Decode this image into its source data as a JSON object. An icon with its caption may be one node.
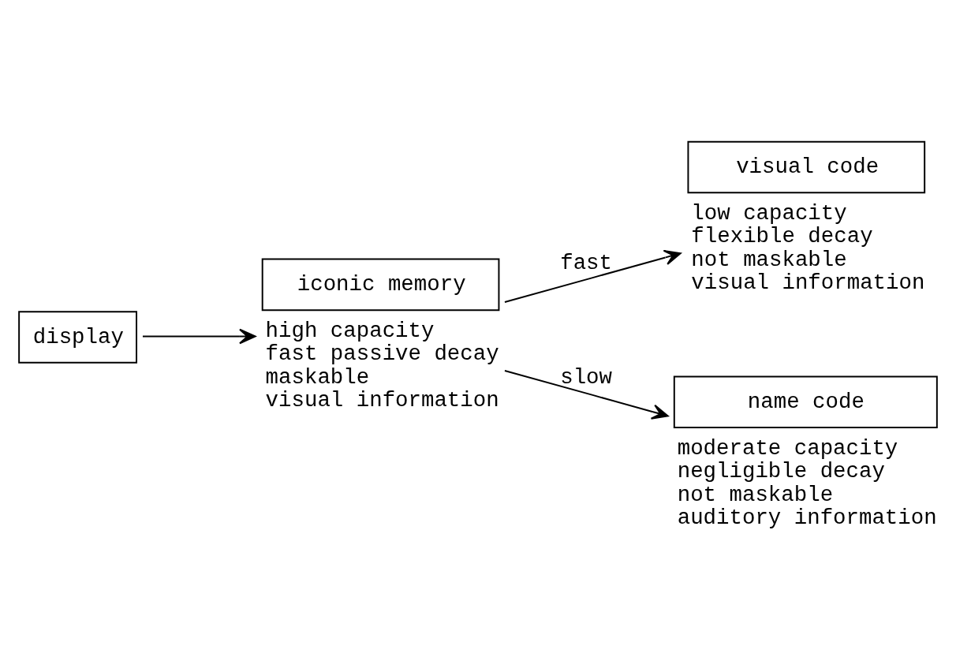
{
  "diagram": {
    "nodes": [
      {
        "text": [
          "display"
        ]
      },
      {
        "text": [
          "iconic memory"
        ],
        "beside": [
          "high capacity",
          "fast passive decay",
          "maskable",
          "visual information"
        ]
      },
      {
        "text": [
          "visual code"
        ],
        "beside": [
          "low capacity",
          "flexible decay",
          "not maskable",
          "visual information"
        ]
      },
      {
        "text": [
          "name code"
        ],
        "beside": [
          "moderate capacity",
          "negligible decay",
          "not maskable",
          "auditory information"
        ]
      }
    ],
    "edges": [
      {
        "from": 0,
        "to": 1,
        "arrow": "to"
      },
      {
        "from": 1,
        "to": 2,
        "arrow": "to",
        "label": "fast"
      },
      {
        "from": 1,
        "to": 3,
        "arrow": "to",
        "label": "slow"
      }
    ]
  }
}
